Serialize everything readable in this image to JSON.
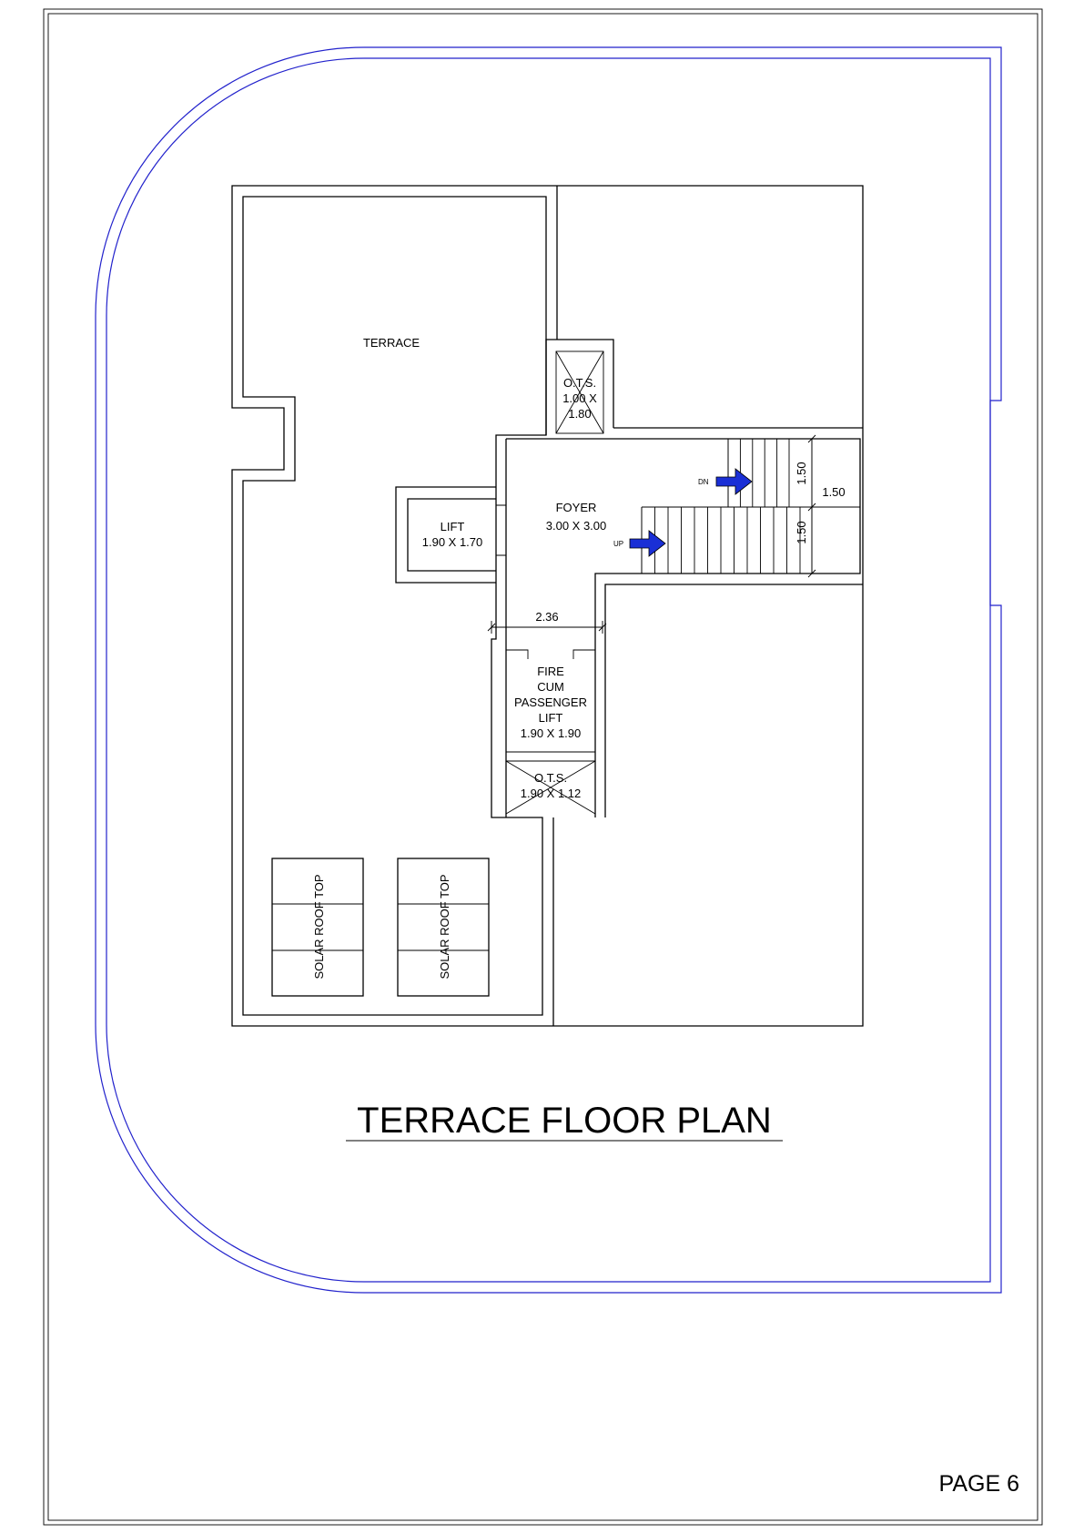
{
  "title": "TERRACE FLOOR PLAN",
  "page_label": "PAGE 6",
  "rooms": {
    "terrace": "TERRACE",
    "ots_top": [
      "O.T.S.",
      "1.00 X",
      "1.80"
    ],
    "foyer": [
      "FOYER",
      "3.00 X 3.00"
    ],
    "lift": [
      "LIFT",
      "1.90 X 1.70"
    ],
    "fire_lift": [
      "FIRE",
      "CUM",
      "PASSENGER",
      "LIFT",
      "1.90 X 1.90"
    ],
    "ots_bottom": [
      "O.T.S.",
      "1.90 X 1.12"
    ],
    "solar_1": "SOLAR ROOF TOP",
    "solar_2": "SOLAR ROOF TOP"
  },
  "stairs": {
    "dn": "DN",
    "up": "UP"
  },
  "dimensions": {
    "foyer_width": "2.36",
    "flight_upper": "1.50",
    "landing": "1.50",
    "flight_lower": "1.50"
  },
  "colors": {
    "boundary": "#2222cc",
    "arrow": "#1a2fd6",
    "line": "#000000"
  }
}
